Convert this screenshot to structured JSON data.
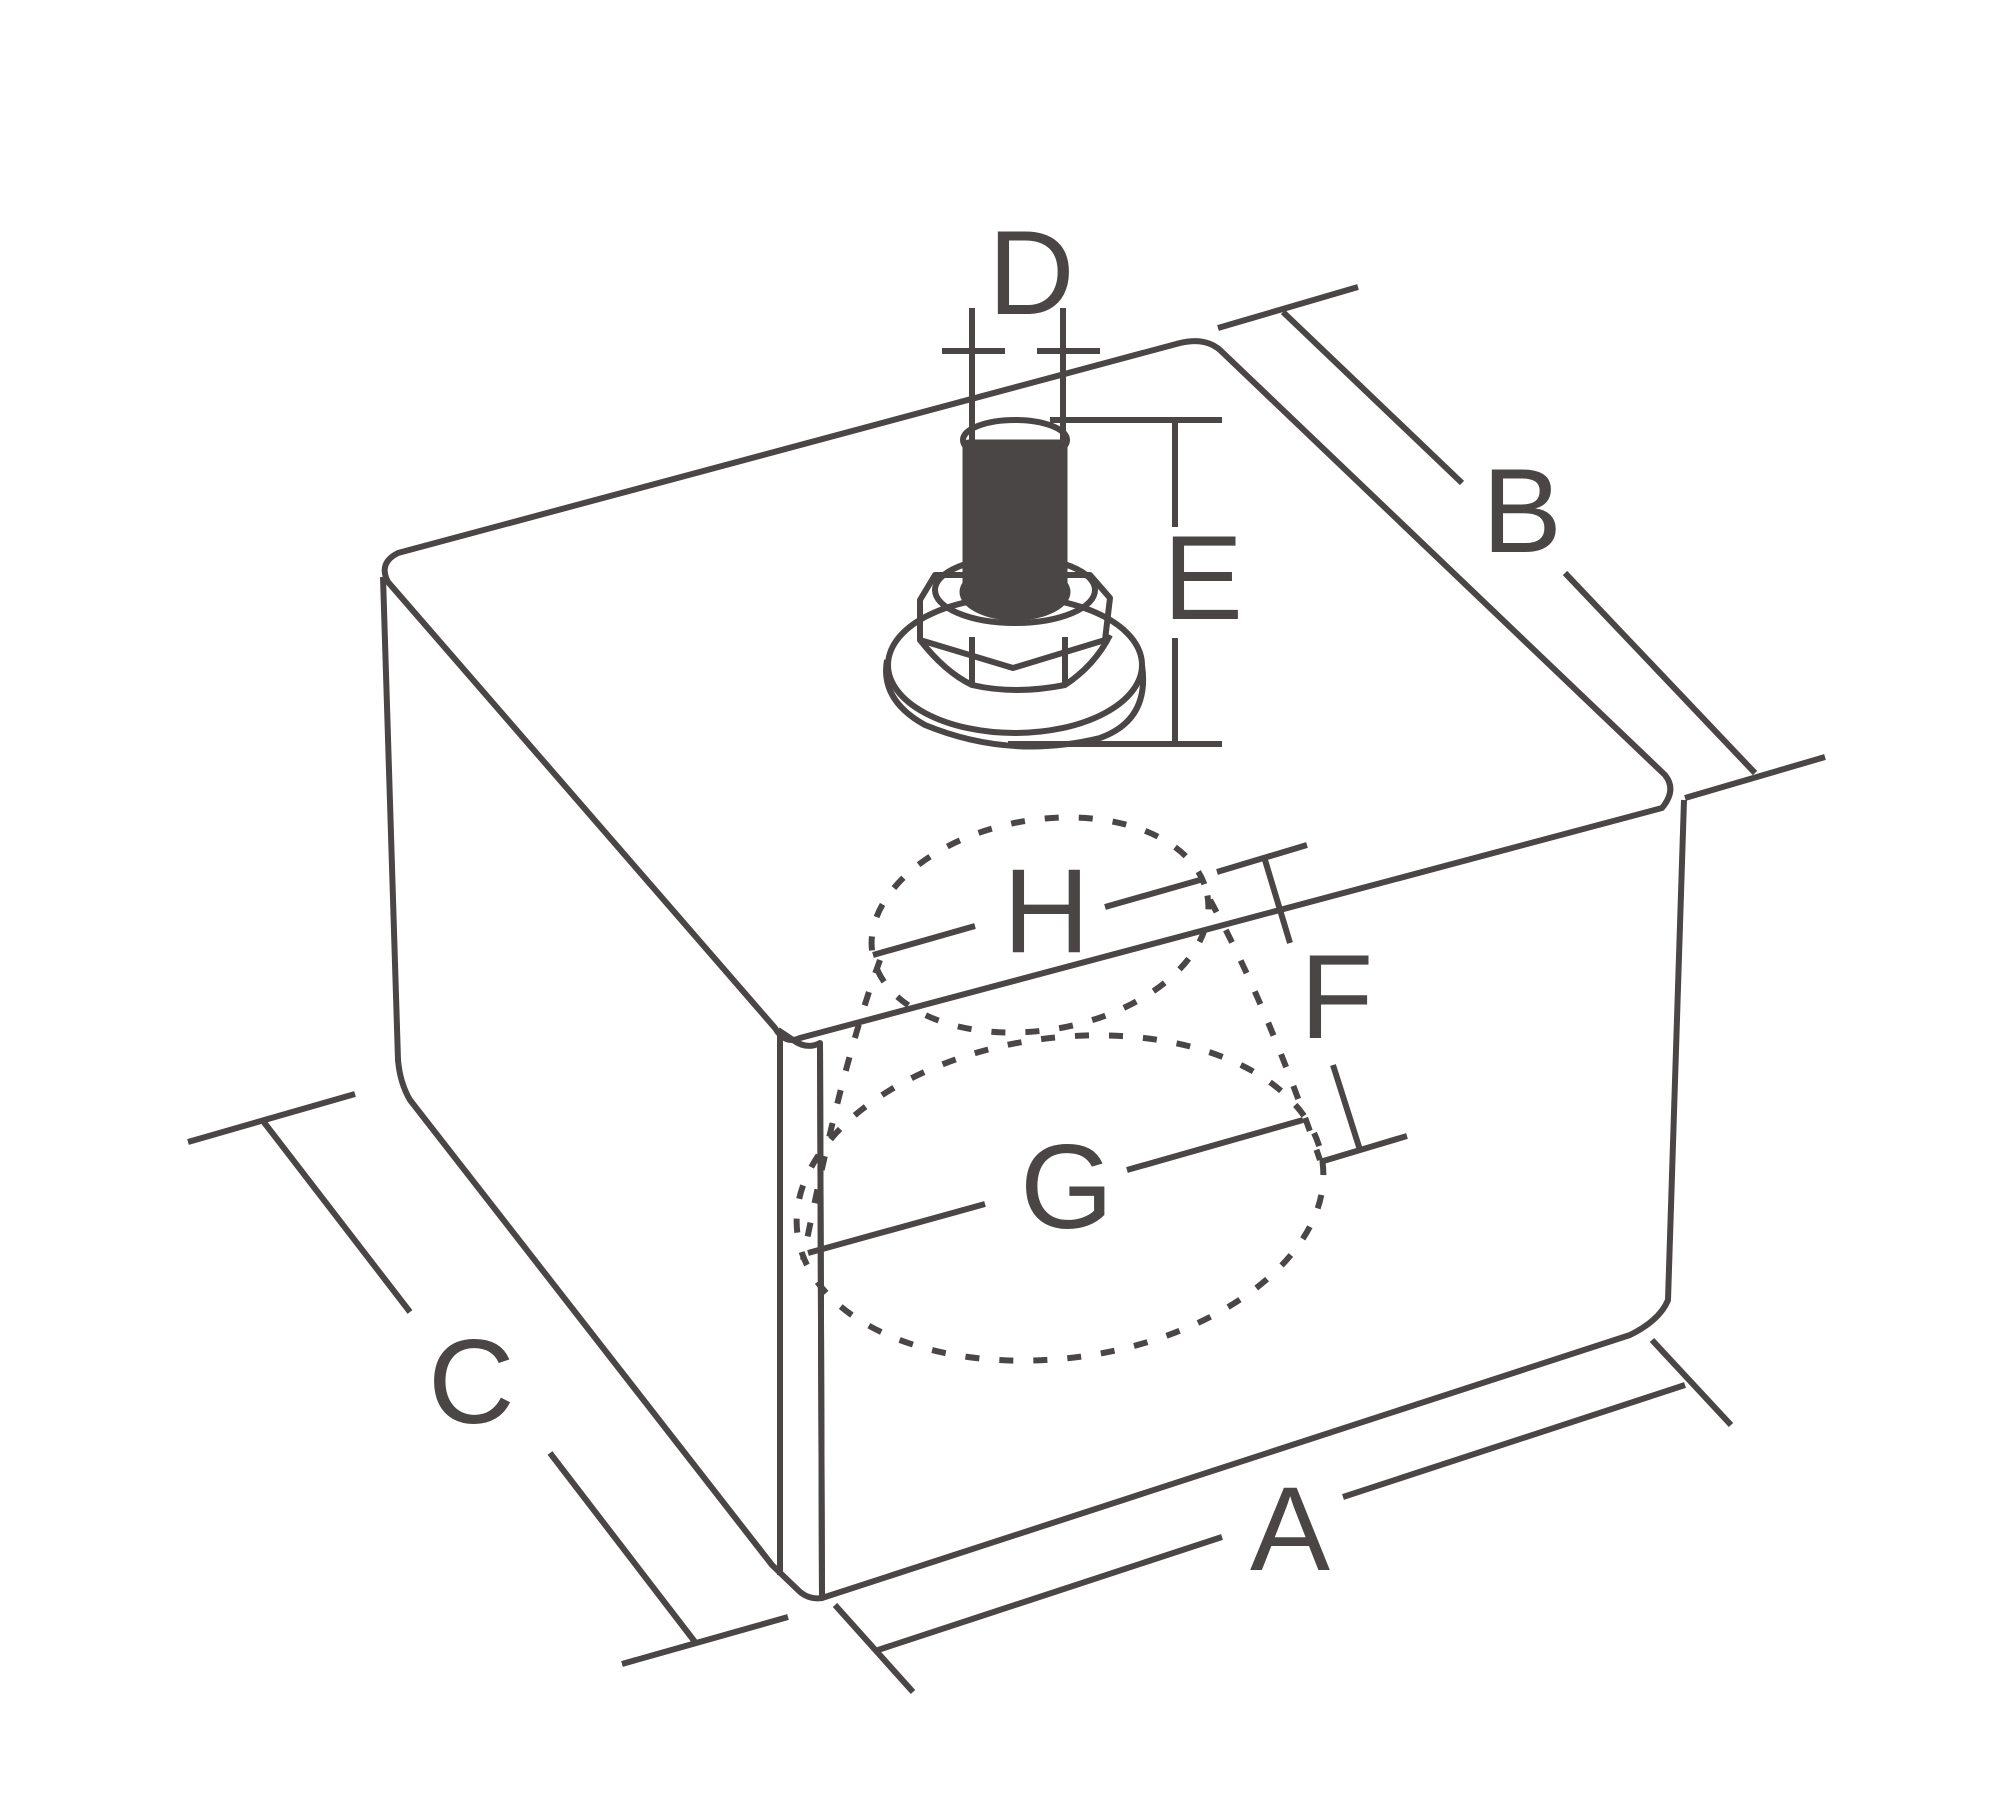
{
  "diagram": {
    "labels": {
      "a": "A",
      "b": "B",
      "c": "C",
      "d": "D",
      "e": "E",
      "f": "F",
      "g": "G",
      "h": "H"
    },
    "colors": {
      "line": "#4a4646",
      "background": "#ffffff"
    }
  }
}
